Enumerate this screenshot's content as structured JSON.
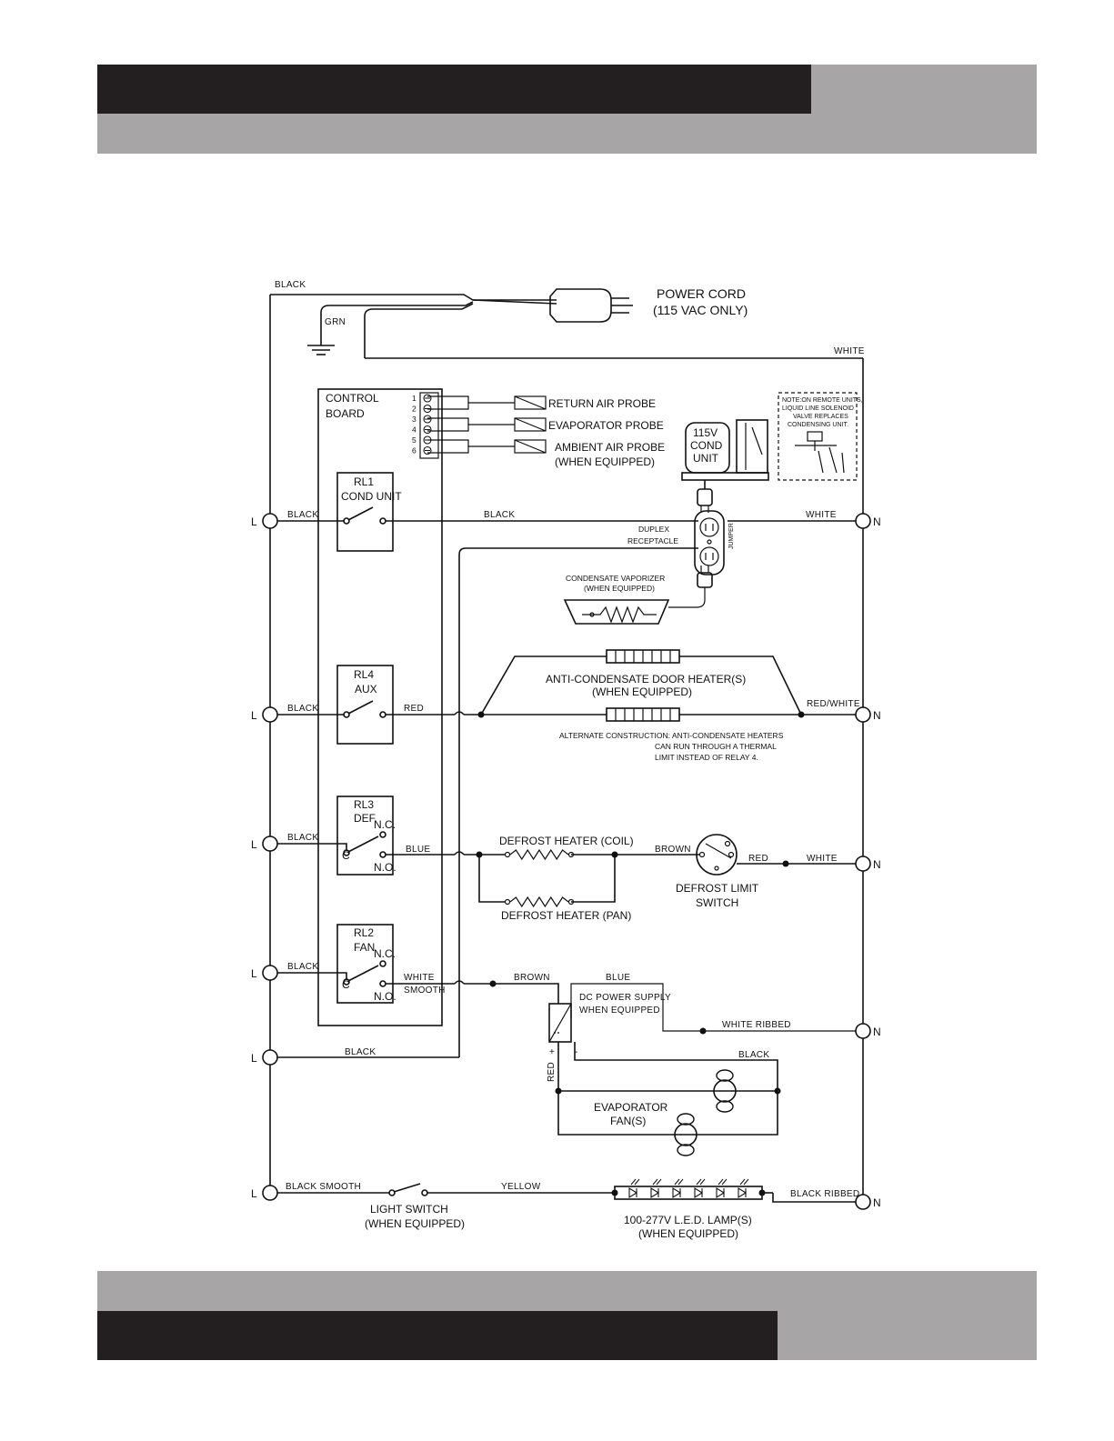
{
  "header": {
    "dark_color": "#231f20",
    "light_color": "#a7a5a5"
  },
  "footer": {
    "dark_color": "#231f20",
    "light_color": "#a7a5a5"
  },
  "power": {
    "cord_line1": "POWER CORD",
    "cord_line2": "(115 VAC ONLY)",
    "black": "BLACK",
    "grn": "GRN",
    "white": "WHITE"
  },
  "control_board": {
    "line1": "CONTROL",
    "line2": "BOARD",
    "pins": [
      "1",
      "2",
      "3",
      "4",
      "5",
      "6"
    ]
  },
  "probes": {
    "return_air": "RETURN AIR PROBE",
    "evaporator": "EVAPORATOR PROBE",
    "ambient_line1": "AMBIENT AIR PROBE",
    "ambient_line2": "(WHEN EQUIPPED)"
  },
  "cond_unit": {
    "line1": "115V",
    "line2": "COND",
    "line3": "UNIT"
  },
  "note": {
    "line1": "NOTE:ON REMOTE UNITS,",
    "line2": "LIQUID LINE SOLENOID",
    "line3": "VALVE REPLACES",
    "line4": "CONDENSING UNIT."
  },
  "terminals": {
    "line": "L",
    "neutral": "N"
  },
  "relays": {
    "rl1": {
      "name": "RL1",
      "func": "COND UNIT"
    },
    "rl4": {
      "name": "RL4",
      "func": "AUX"
    },
    "rl3": {
      "name": "RL3",
      "func": "DEF",
      "nc_top": "N.C.",
      "c": "C",
      "no": "N.O."
    },
    "rl2": {
      "name": "RL2",
      "func": "FAN",
      "nc_top": "N.C.",
      "c": "C",
      "no": "N.O."
    }
  },
  "wires": {
    "black": "BLACK",
    "white": "WHITE",
    "red": "RED",
    "red_white": "RED/WHITE",
    "blue": "BLUE",
    "brown": "BROWN",
    "white_smooth_1": "WHITE",
    "white_smooth_2": "SMOOTH",
    "white_ribbed": "WHITE RIBBED",
    "black_smooth": "BLACK SMOOTH",
    "yellow": "YELLOW",
    "black_ribbed": "BLACK RIBBED",
    "red_v": "RED"
  },
  "duplex": {
    "line1": "DUPLEX",
    "line2": "RECEPTACLE",
    "jumper": "JUMPER"
  },
  "vaporizer": {
    "line1": "CONDENSATE VAPORIZER",
    "line2": "(WHEN EQUIPPED)"
  },
  "door_heater": {
    "line1": "ANTI-CONDENSATE DOOR HEATER(S)",
    "line2": "(WHEN EQUIPPED)"
  },
  "alternate": {
    "line1": "ALTERNATE CONSTRUCTION: ANTI-CONDENSATE HEATERS",
    "line2": "CAN RUN THROUGH A THERMAL",
    "line3": "LIMIT INSTEAD OF RELAY 4."
  },
  "defrost": {
    "coil": "DEFROST HEATER (COIL)",
    "pan": "DEFROST HEATER (PAN)",
    "limit_line1": "DEFROST LIMIT",
    "limit_line2": "SWITCH"
  },
  "dc_supply": {
    "line1": "DC POWER SUPPLY",
    "line2": "WHEN EQUIPPED",
    "plus": "+",
    "minus": "-"
  },
  "evap_fan": {
    "line1": "EVAPORATOR",
    "line2": "FAN(S)"
  },
  "light_switch": {
    "line1": "LIGHT SWITCH",
    "line2": "(WHEN EQUIPPED)"
  },
  "led": {
    "line1": "100-277V L.E.D. LAMP(S)",
    "line2": "(WHEN EQUIPPED)"
  }
}
